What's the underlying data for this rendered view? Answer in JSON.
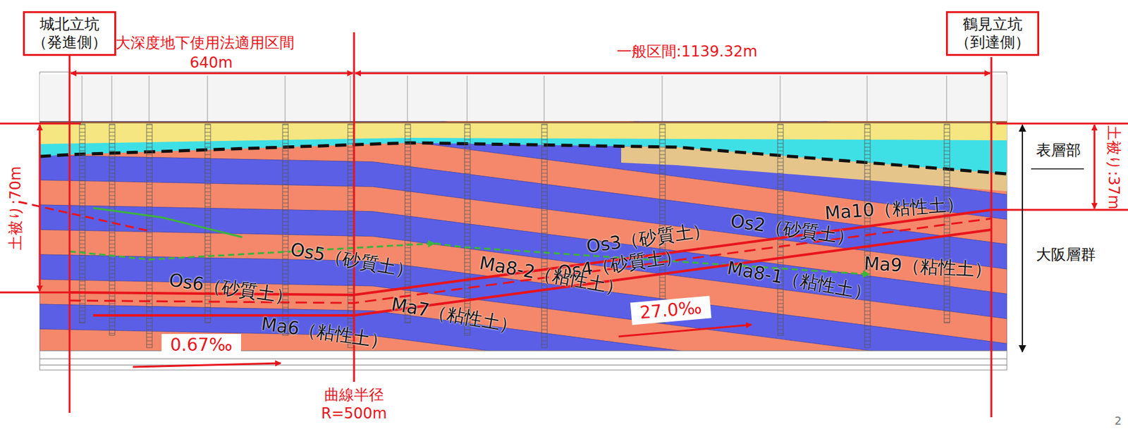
{
  "diagram": {
    "nodes": [
      {
        "text": [
          "城北立坑 （発進側）"
        ]
      },
      {
        "text": [
          "鶴見立坑 （到達側）"
        ]
      }
    ],
    "labels": [
      "大深度地下使用法適用区間",
      "640m",
      "一般区間:1139.32m",
      "土被り:70m",
      "土被り:37m",
      "表層部",
      "大阪層群",
      "Os2（砂質土）",
      "Ma10（粘性土）",
      "Os3（砂質土）",
      "Os5（砂質土）",
      "Os4（砂質土）",
      "Ma9（粘性土）",
      "Ma8-2（粘性土）",
      "Ma8-1（粘性土）",
      "Os6（砂質土）",
      "Ma7（粘性土）",
      "Ma6（粘性土）",
      "27.0‰",
      "0.67‰",
      "曲線半径",
      "R=500m",
      "2"
    ]
  }
}
